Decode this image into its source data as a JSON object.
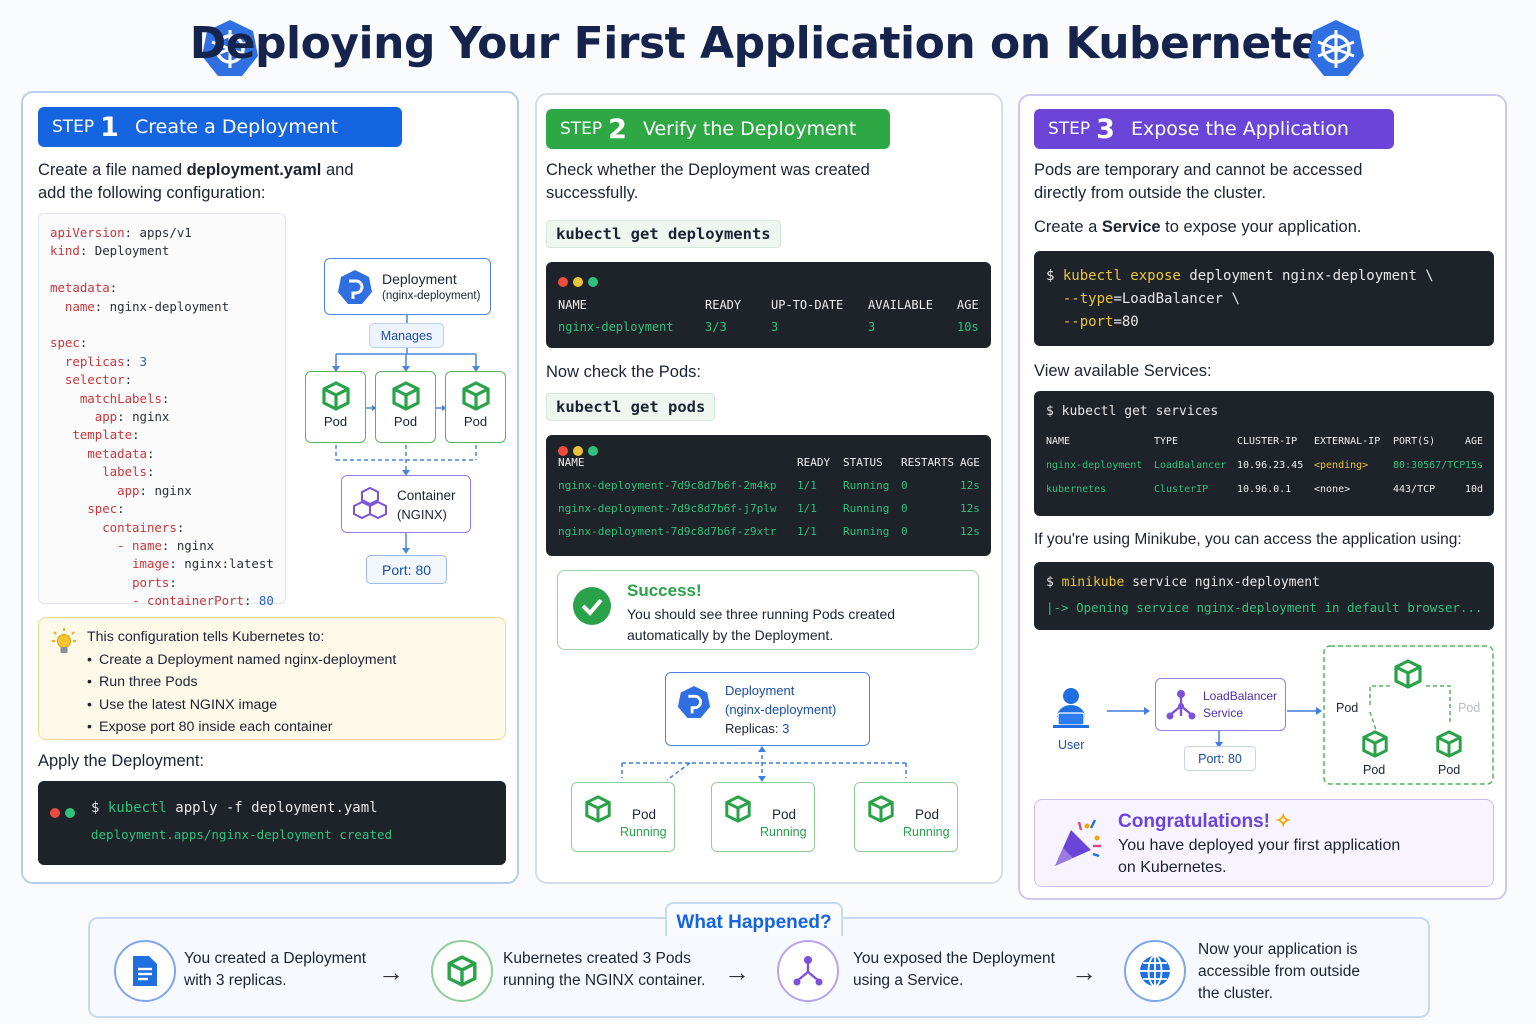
{
  "title": "Deploying Your First Application on Kubernetes",
  "step1": {
    "step": "STEP",
    "num": "1",
    "label": "Create a Deployment",
    "intro_a": "Create a file named ",
    "intro_file": "deployment.yaml",
    "intro_b": " and",
    "intro_c": "add the following configuration:",
    "yaml": [
      [
        [
          "k",
          "apiVersion"
        ],
        [
          "p",
          ": apps/v1"
        ]
      ],
      [
        [
          "k",
          "kind"
        ],
        [
          "p",
          ": Deployment"
        ]
      ],
      [],
      [
        [
          "k",
          "metadata"
        ],
        [
          "p",
          ":"
        ]
      ],
      [
        [
          "p",
          "  "
        ],
        [
          "k",
          "name"
        ],
        [
          "p",
          ": nginx-deployment"
        ]
      ],
      [],
      [
        [
          "k",
          "spec"
        ],
        [
          "p",
          ":"
        ]
      ],
      [
        [
          "p",
          "  "
        ],
        [
          "k",
          "replicas"
        ],
        [
          "p",
          ": "
        ],
        [
          "v",
          "3"
        ]
      ],
      [
        [
          "p",
          "  "
        ],
        [
          "k",
          "selector"
        ],
        [
          "p",
          ":"
        ]
      ],
      [
        [
          "p",
          "    "
        ],
        [
          "k",
          "matchLabels"
        ],
        [
          "p",
          ":"
        ]
      ],
      [
        [
          "p",
          "      "
        ],
        [
          "k",
          "app"
        ],
        [
          "p",
          ": nginx"
        ]
      ],
      [
        [
          "p",
          "   "
        ],
        [
          "k",
          "template"
        ],
        [
          "p",
          ":"
        ]
      ],
      [
        [
          "p",
          "     "
        ],
        [
          "k",
          "metadata"
        ],
        [
          "p",
          ":"
        ]
      ],
      [
        [
          "p",
          "       "
        ],
        [
          "k",
          "labels"
        ],
        [
          "p",
          ":"
        ]
      ],
      [
        [
          "p",
          "         "
        ],
        [
          "k",
          "app"
        ],
        [
          "p",
          ": nginx"
        ]
      ],
      [
        [
          "p",
          "     "
        ],
        [
          "k",
          "spec"
        ],
        [
          "p",
          ":"
        ]
      ],
      [
        [
          "p",
          "       "
        ],
        [
          "k",
          "containers"
        ],
        [
          "p",
          ":"
        ]
      ],
      [
        [
          "p",
          "         "
        ],
        [
          "k",
          "- name"
        ],
        [
          "p",
          ": nginx"
        ]
      ],
      [
        [
          "p",
          "           "
        ],
        [
          "k",
          "image"
        ],
        [
          "p",
          ": nginx:latest"
        ]
      ],
      [
        [
          "p",
          "           "
        ],
        [
          "k",
          "ports"
        ],
        [
          "p",
          ":"
        ]
      ],
      [
        [
          "p",
          "           "
        ],
        [
          "k",
          "- containerPort"
        ],
        [
          "p",
          ": "
        ],
        [
          "v",
          "80"
        ]
      ]
    ],
    "diag": {
      "deploy": "Deployment",
      "deploy_sub": "(nginx-deployment)",
      "manages": "Manages",
      "pod": "Pod",
      "container": "Container",
      "container_sub": "(NGINX)",
      "port": "Port: 80"
    },
    "tip_head": "This configuration tells Kubernetes to:",
    "tips": [
      "Create a Deployment named nginx-deployment",
      "Run three Pods",
      "Use the latest NGINX image",
      "Expose port 80 inside each container"
    ],
    "apply_label": "Apply the Deployment:",
    "apply_cmd_prompt": "$ ",
    "apply_cmd_bin": "kubectl",
    "apply_cmd_rest": " apply -f deployment.yaml",
    "apply_out": "deployment.apps/nginx-deployment created"
  },
  "step2": {
    "step": "STEP",
    "num": "2",
    "label": "Verify the Deployment",
    "intro_a": "Check whether the Deployment was created",
    "intro_b": "successfully.",
    "cmd1": "kubectl get deployments",
    "dep_headers": [
      "NAME",
      "READY",
      "UP-TO-DATE",
      "AVAILABLE",
      "AGE"
    ],
    "dep_row": [
      "nginx-deployment",
      "3/3",
      "3",
      "3",
      "10s"
    ],
    "pods_label": "Now check the Pods:",
    "cmd2": "kubectl get pods",
    "pod_headers": [
      "NAME",
      "READY",
      "STATUS",
      "RESTARTS",
      "AGE"
    ],
    "pod_rows": [
      [
        "nginx-deployment-7d9c8d7b6f-2m4kp",
        "1/1",
        "Running",
        "0",
        "12s"
      ],
      [
        "nginx-deployment-7d9c8d7b6f-j7plw",
        "1/1",
        "Running",
        "0",
        "12s"
      ],
      [
        "nginx-deployment-7d9c8d7b6f-z9xtr",
        "1/1",
        "Running",
        "0",
        "12s"
      ]
    ],
    "success_title": "Success!",
    "success_a": "You should see three running Pods created",
    "success_b": "automatically by the Deployment.",
    "dep_box": "Deployment",
    "dep_box_sub": "(nginx-deployment)",
    "replicas_label": "Replicas: ",
    "replicas_val": "3",
    "pod": "Pod",
    "running": "Running"
  },
  "step3": {
    "step": "STEP",
    "num": "3",
    "label": "Expose the Application",
    "intro_a": "Pods are temporary and cannot be accessed",
    "intro_b": "directly from outside the cluster.",
    "create_a": "Create a ",
    "create_b": "Service",
    "create_c": " to expose your application.",
    "expose_1a": "$ ",
    "expose_1b": "kubectl expose",
    "expose_1c": " deployment nginx-deployment \\",
    "expose_2a": "  --type",
    "expose_2b": "=LoadBalancer \\",
    "expose_3a": "  --port",
    "expose_3b": "=80",
    "svc_label": "View available Services:",
    "svc_cmd_a": "$ ",
    "svc_cmd_b": "kubectl get services",
    "svc_headers": [
      "NAME",
      "TYPE",
      "CLUSTER-IP",
      "EXTERNAL-IP",
      "PORT(S)",
      "AGE"
    ],
    "svc_rows": [
      [
        "nginx-deployment",
        "LoadBalancer",
        "10.96.23.45",
        "<pending>",
        "80:30567/TCP",
        "15s"
      ],
      [
        "kubernetes",
        "ClusterIP",
        "10.96.0.1",
        "<none>",
        "443/TCP",
        "10d"
      ]
    ],
    "minikube_label": "If you're using Minikube, you can access the application using:",
    "mk_a": "$ ",
    "mk_b": "minikube",
    "mk_c": " service nginx-deployment",
    "mk_out": "|-> Opening service nginx-deployment in default browser...",
    "user": "User",
    "lb": "LoadBalancer",
    "svc": "Service",
    "port": "Port: 80",
    "pod": "Pod",
    "cong_title": "Congratulations!",
    "cong_a": "You have deployed your first application",
    "cong_b": "on Kubernetes."
  },
  "bottom": {
    "heading": "What Happened?",
    "items": [
      {
        "a": "You created a Deployment",
        "b": "with 3 replicas."
      },
      {
        "a": "Kubernetes created 3 Pods",
        "b": "running the NGINX container."
      },
      {
        "a": "You exposed the Deployment",
        "b": "using a Service."
      },
      {
        "a": "Now your application is",
        "b": "accessible from outside",
        "c": "the cluster."
      }
    ]
  },
  "colors": {
    "blue": "#1565e0",
    "green": "#2ea844",
    "purple": "#6a45d8",
    "term_green": "#2ec27e",
    "term_yellow": "#e9c43b"
  }
}
